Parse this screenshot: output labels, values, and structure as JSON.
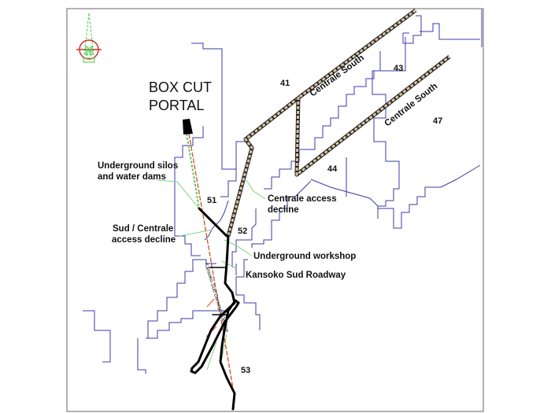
{
  "title": {
    "line1": "BOX CUT",
    "line2": "PORTAL"
  },
  "north_arrow": {
    "letter": "N"
  },
  "zones": {
    "z41": "41",
    "z43": "43",
    "z44": "44",
    "z47": "47",
    "z51": "51",
    "z52": "52",
    "z53": "53"
  },
  "roads": {
    "centrale_south_1": "Centrale South",
    "centrale_south_2": "Centrale South",
    "conveyor_decline": "Kansoko Sud Conveyor Decline"
  },
  "labels": {
    "silos_1": "Underground silos",
    "silos_2": "and water dams",
    "centrale_access_1": "Centrale access",
    "centrale_access_2": "decline",
    "sud_centrale_1": "Sud / Centrale",
    "sud_centrale_2": "access decline",
    "workshop": "Underground workshop",
    "roadway": "Kansoko Sud Roadway"
  },
  "colors": {
    "outline": "#3b3ba8",
    "leader": "#7fd67f",
    "conveyor": "#d0521e",
    "road_fill": "#d9c2a0"
  }
}
